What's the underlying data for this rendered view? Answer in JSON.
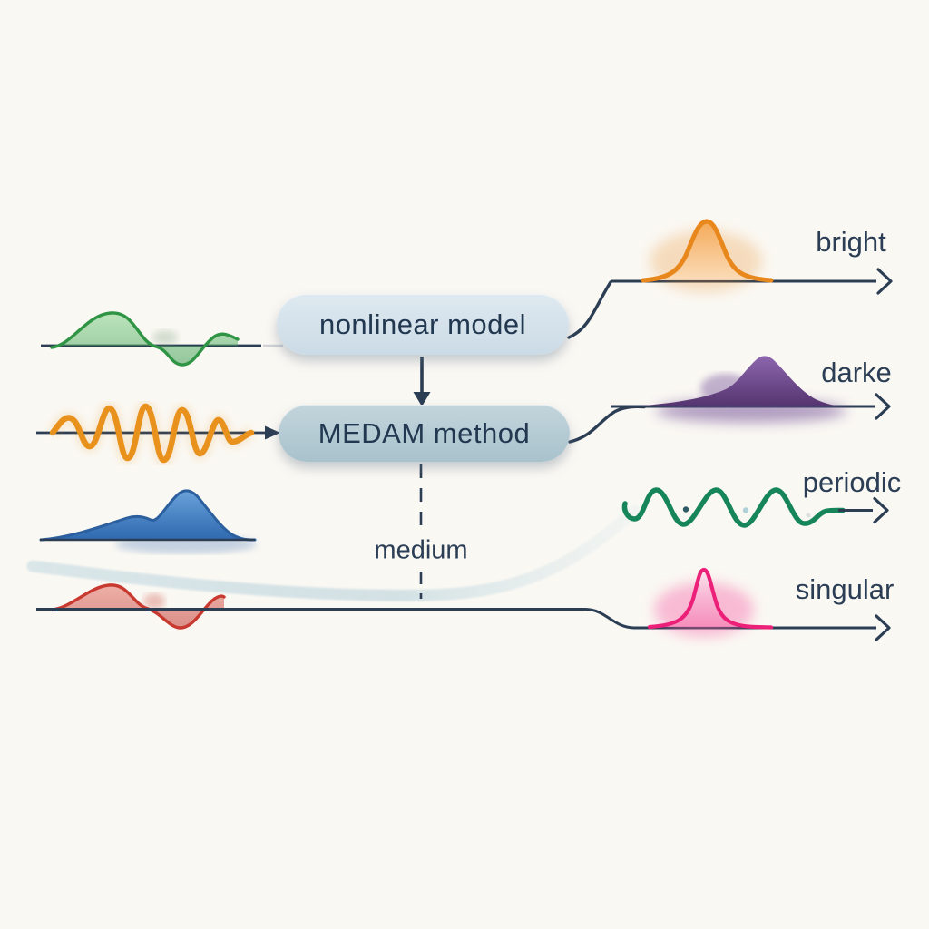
{
  "boxes": {
    "nonlinear_model": {
      "label": "nonlinear model"
    },
    "medam_method": {
      "label": "MEDAM method"
    }
  },
  "labels": {
    "medium": "medium"
  },
  "inputs": [
    {
      "name": "green-wave",
      "color": "#3a9c48"
    },
    {
      "name": "orange-oscillation",
      "color": "#e8921d"
    },
    {
      "name": "blue-bump",
      "color": "#3c7cc1"
    },
    {
      "name": "red-wave",
      "color": "#c8392f"
    }
  ],
  "outputs": [
    {
      "label": "bright",
      "name": "bright-soliton",
      "color": "#e8871b"
    },
    {
      "label": "darke",
      "name": "dark-soliton",
      "color": "#5d3a80"
    },
    {
      "label": "periodic",
      "name": "periodic-wave",
      "color": "#17855a"
    },
    {
      "label": "singular",
      "name": "singular-soliton",
      "color": "#ec2079"
    }
  ],
  "colors": {
    "bg": "#faf8f3",
    "ink": "#2b3e55",
    "line": "#2c3e54",
    "box1_top": "#dfe9f0",
    "box1_bottom": "#cbdbe6",
    "box2_top": "#c3d5dc",
    "box2_bottom": "#a8c2cc",
    "green": "#3a9c48",
    "green_dark": "#2f9444",
    "orange": "#e8921d",
    "blue": "#3c7cc1",
    "blue_dark": "#2b5f9e",
    "red": "#c8392f",
    "bright": "#e8871b",
    "purple": "#5d3a80",
    "periodic": "#17855a",
    "pink": "#ec2079",
    "band": "#d3e2e6"
  }
}
